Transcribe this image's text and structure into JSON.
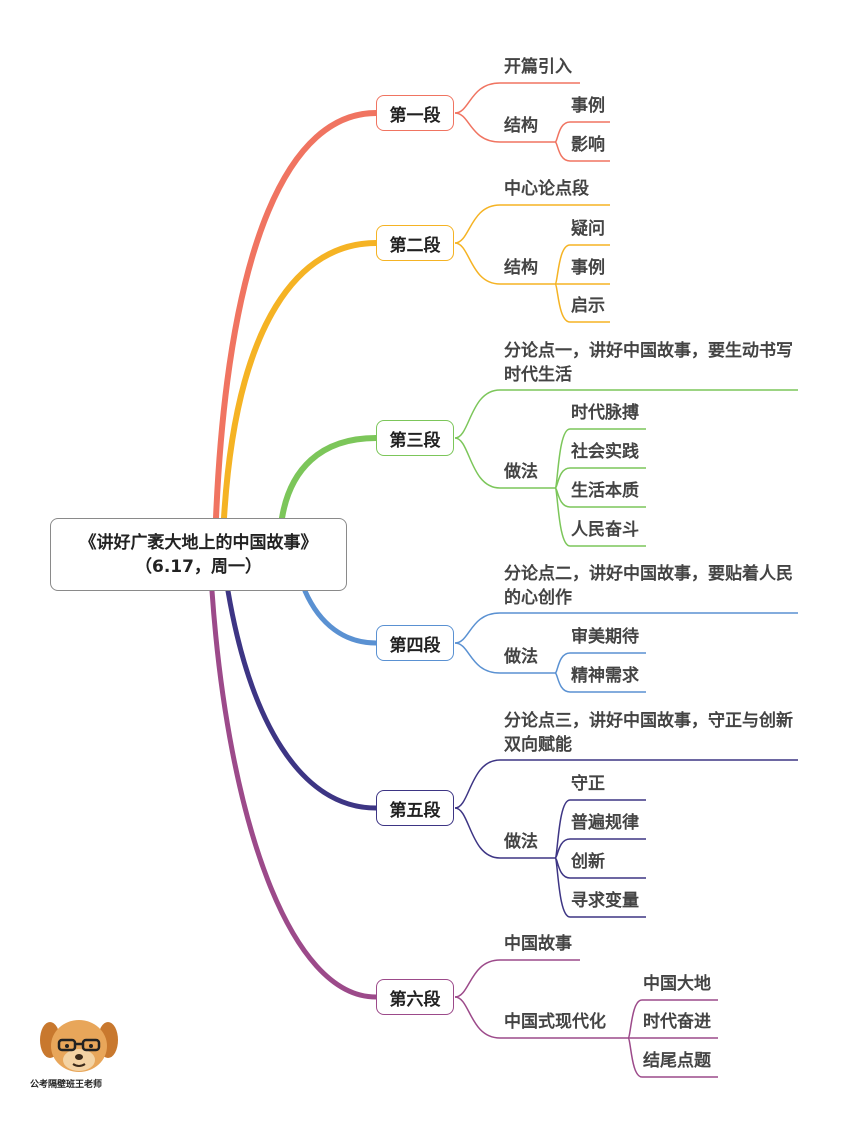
{
  "root": {
    "title": "《讲好广袤大地上的中国故事》",
    "subtitle": "（6.17，周一）"
  },
  "colors": {
    "s1": "#f07461",
    "s2": "#f5b324",
    "s3": "#7cc65a",
    "s4": "#5a91d2",
    "s5": "#3d3584",
    "s6": "#9c4a8a"
  },
  "sections": [
    {
      "label": "第一段",
      "topic": "开篇引入",
      "group": "结构",
      "items": [
        "事例",
        "影响"
      ]
    },
    {
      "label": "第二段",
      "topic": "中心论点段",
      "group": "结构",
      "items": [
        "疑问",
        "事例",
        "启示"
      ]
    },
    {
      "label": "第三段",
      "topic": "分论点一，讲好中国故事，要生动书写时代生活",
      "group": "做法",
      "items": [
        "时代脉搏",
        "社会实践",
        "生活本质",
        "人民奋斗"
      ]
    },
    {
      "label": "第四段",
      "topic": "分论点二，讲好中国故事，要贴着人民的心创作",
      "group": "做法",
      "items": [
        "审美期待",
        "精神需求"
      ]
    },
    {
      "label": "第五段",
      "topic": "分论点三，讲好中国故事，守正与创新双向赋能",
      "group": "做法",
      "items": [
        "守正",
        "普遍规律",
        "创新",
        "寻求变量"
      ]
    },
    {
      "label": "第六段",
      "topic": "中国故事",
      "group": "中国式现代化",
      "items": [
        "中国大地",
        "时代奋进",
        "结尾点题"
      ]
    }
  ],
  "logo": {
    "caption": "公考隔壁班王老师",
    "icon": "dog-mascot-icon"
  }
}
